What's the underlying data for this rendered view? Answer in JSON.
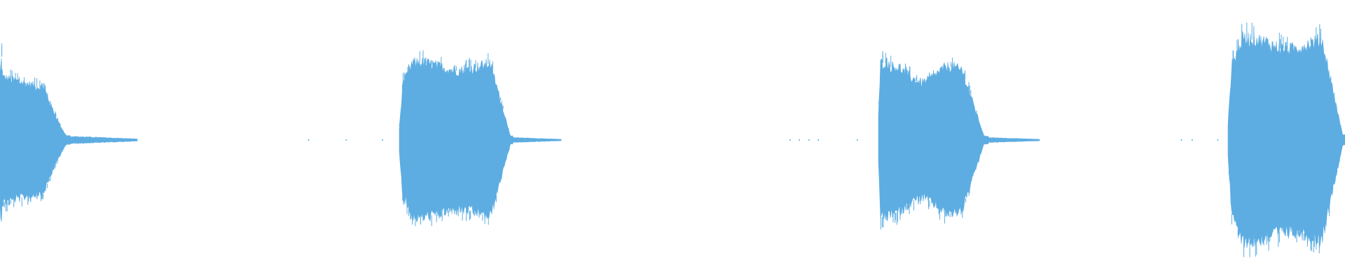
{
  "waveform": {
    "color": "#5dade2",
    "background": "#ffffff",
    "amplitude_range": [
      -1,
      1
    ],
    "segments": [
      {
        "start": 0.0,
        "end": 0.052,
        "peak": 0.62,
        "shape": "decay"
      },
      {
        "start": 0.052,
        "end": 0.102,
        "peak": 0.03,
        "shape": "tail"
      },
      {
        "start": 0.297,
        "end": 0.381,
        "peak": 0.55,
        "shape": "swell"
      },
      {
        "start": 0.381,
        "end": 0.417,
        "peak": 0.02,
        "shape": "tail"
      },
      {
        "start": 0.653,
        "end": 0.735,
        "peak": 0.55,
        "shape": "attack"
      },
      {
        "start": 0.735,
        "end": 0.773,
        "peak": 0.02,
        "shape": "tail"
      },
      {
        "start": 0.913,
        "end": 1.0,
        "peak": 0.72,
        "shape": "swell"
      }
    ],
    "specks": [
      0.229,
      0.257,
      0.284,
      0.587,
      0.594,
      0.601,
      0.608,
      0.637,
      0.878,
      0.886,
      0.905
    ]
  }
}
